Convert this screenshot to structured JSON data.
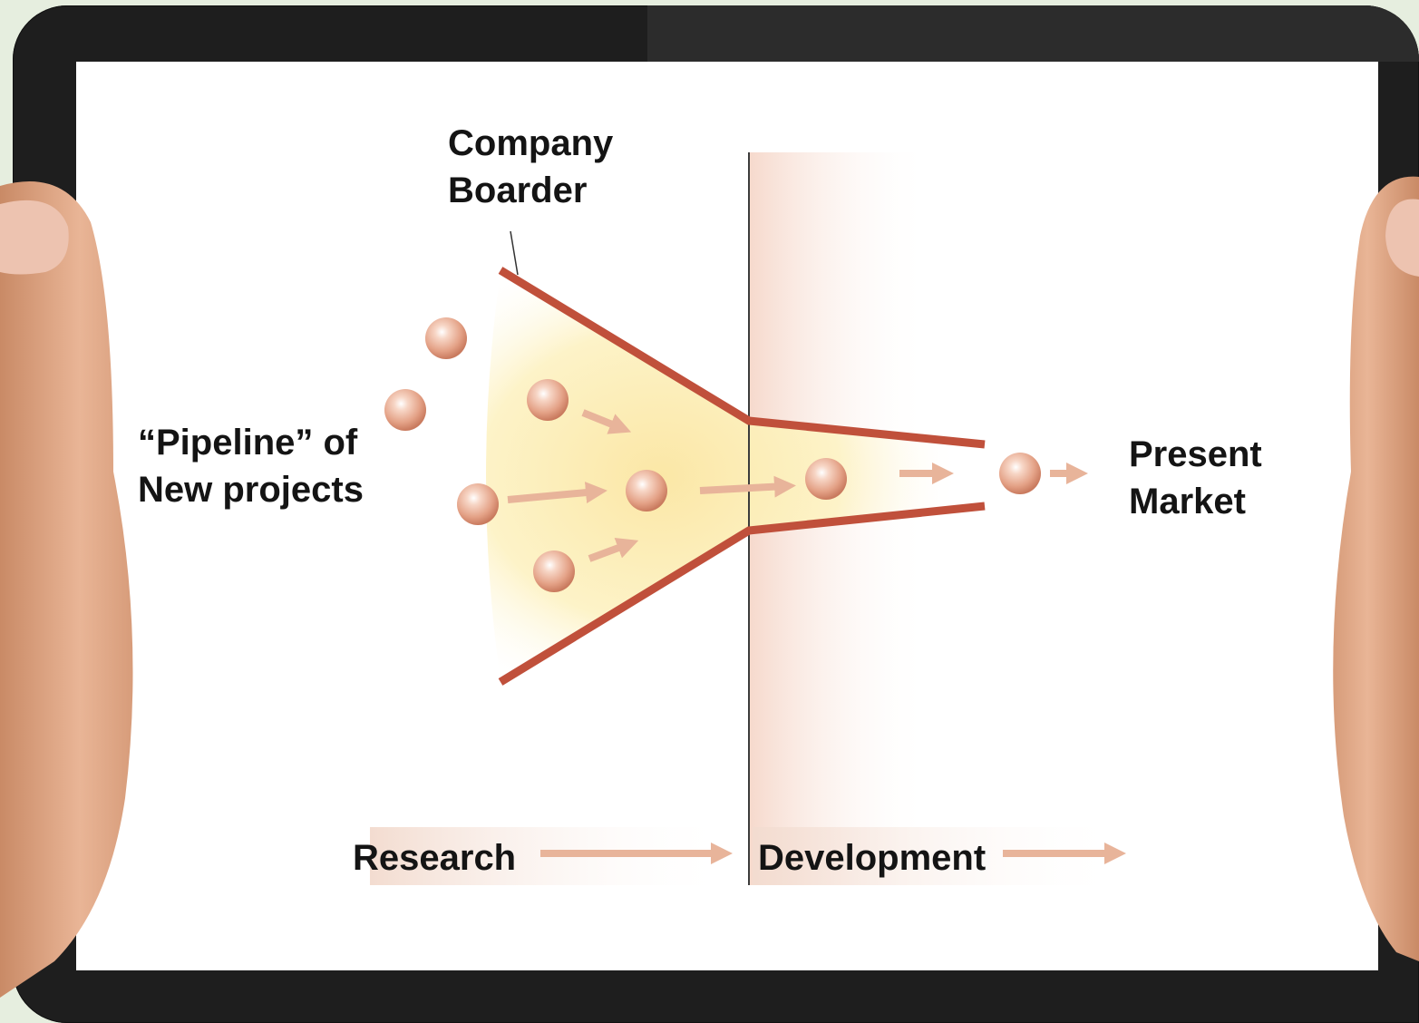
{
  "diagram": {
    "boundary_label_line1": "Company",
    "boundary_label_line2": "Boarder",
    "pipeline_label_line1": "“Pipeline” of",
    "pipeline_label_line2": "New projects",
    "market_label_line1": "Present",
    "market_label_line2": "Market",
    "phase_research": "Research",
    "phase_development": "Development"
  },
  "colors": {
    "funnel_wall": "#c0503b",
    "arrow": "#e8b49a",
    "funnel_fill": "#fdf3c8",
    "development_zone": "#f6d9cc",
    "divider": "#3c3c3c"
  }
}
